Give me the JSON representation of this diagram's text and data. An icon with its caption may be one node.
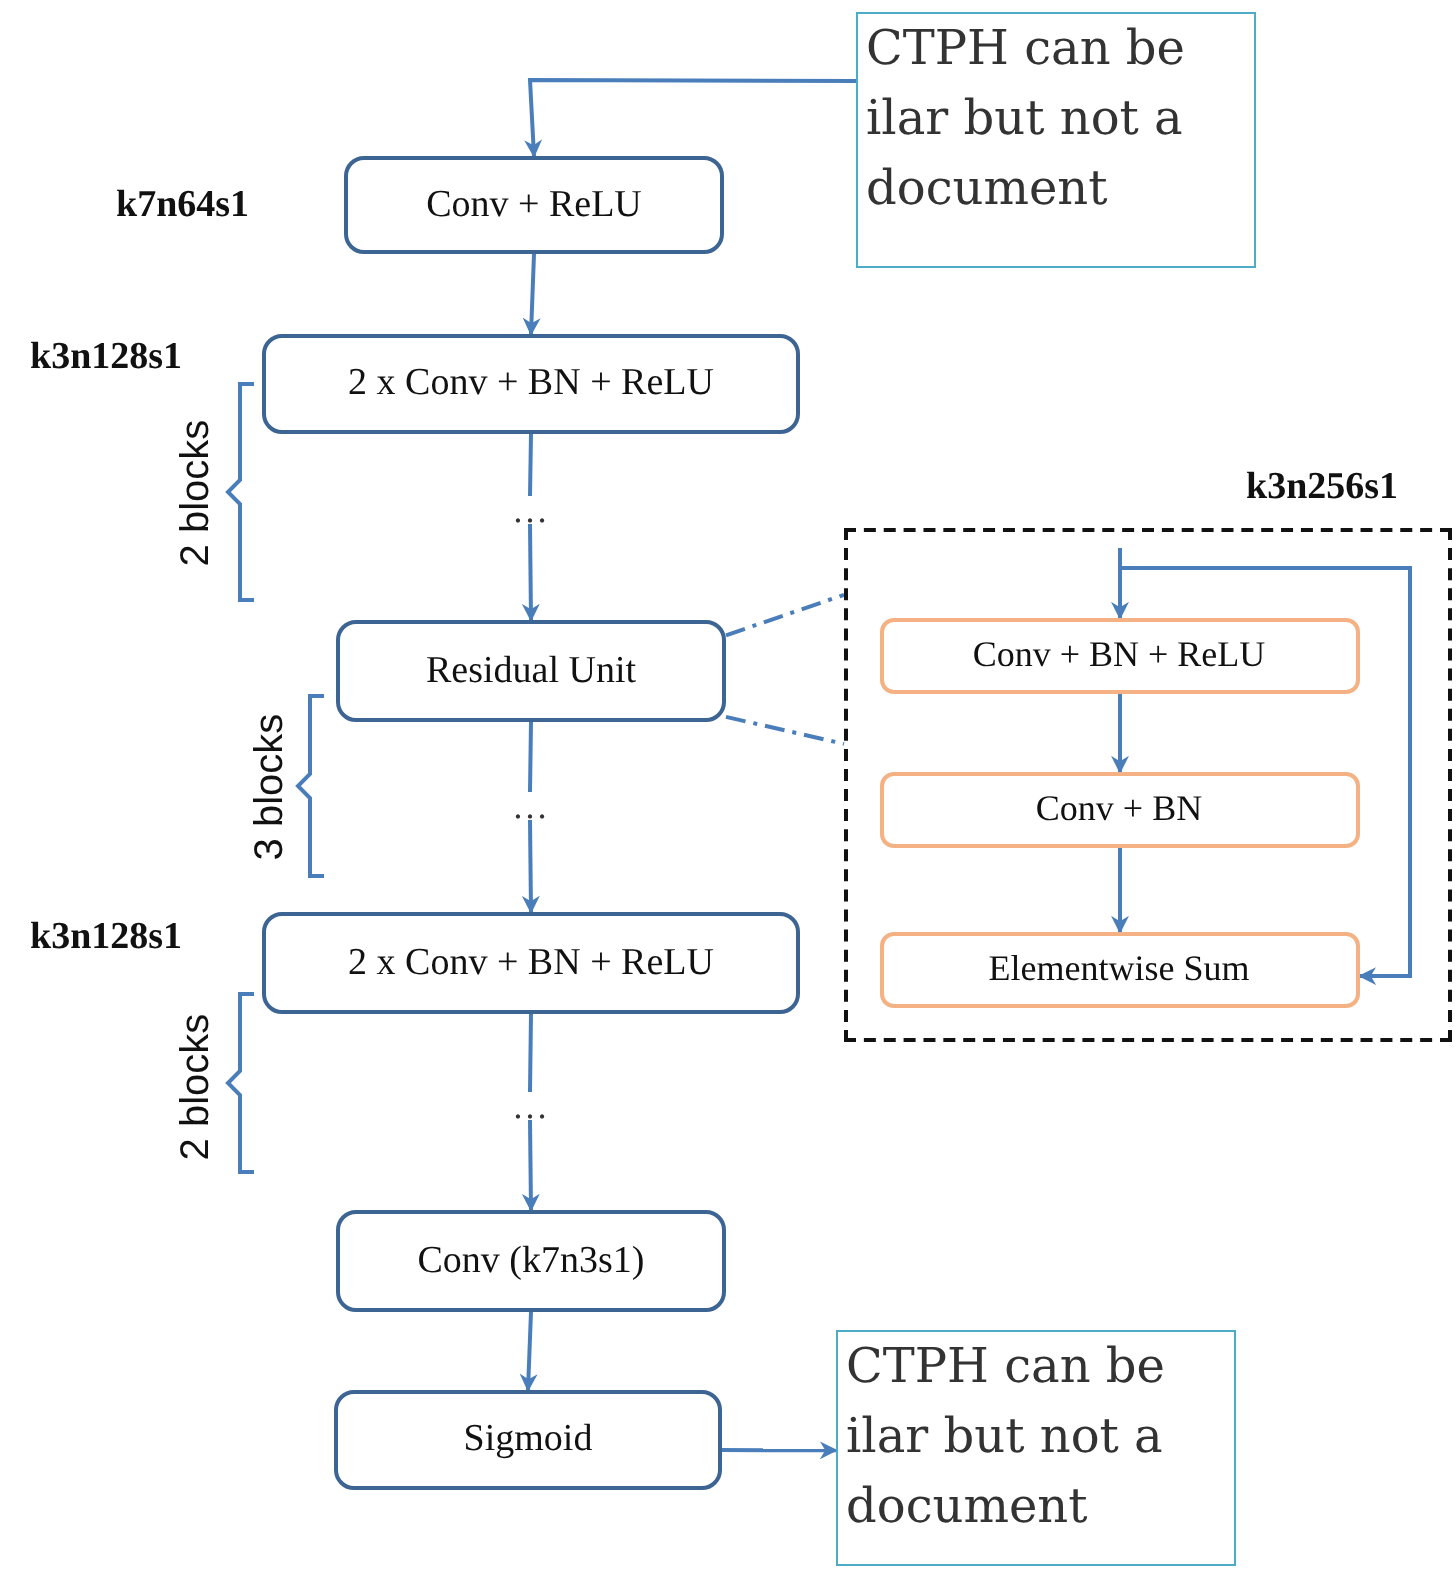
{
  "diagram": {
    "nodes": [
      {
        "text": [
          "CTPH can be ilar but not a document"
        ]
      },
      {
        "text": [
          "Conv + ReLU"
        ],
        "beside": [
          "k7n64s1"
        ]
      },
      {
        "text": [
          "2 x Conv + BN + ReLU"
        ],
        "beside": [
          "k3n128s1"
        ]
      },
      {
        "text": [
          "…"
        ]
      },
      {
        "text": [
          "Residual Unit"
        ]
      },
      {
        "text": [
          "…"
        ]
      },
      {
        "text": [
          "2 x Conv + BN + ReLU"
        ],
        "beside": [
          "k3n128s1"
        ]
      },
      {
        "text": [
          "…"
        ]
      },
      {
        "text": [
          "Conv (k7n3s1)"
        ]
      },
      {
        "text": [
          "Sigmoid"
        ]
      },
      {
        "text": [
          "CTPH can be ilar but not a document"
        ]
      },
      {
        "text": [],
        "shape": "box",
        "beside": [
          "k3n256s1"
        ]
      },
      {
        "text": [
          "Conv + BN + ReLU"
        ],
        "in": 11
      },
      {
        "text": [
          "Conv + BN"
        ],
        "in": 11
      },
      {
        "text": [
          "Elementwise Sum"
        ],
        "in": 11
      }
    ],
    "edges": [
      {
        "from": 0,
        "to": 1,
        "arrow": "to"
      },
      {
        "from": 1,
        "to": 2,
        "arrow": "to"
      },
      {
        "from": 2,
        "to": 3,
        "arrow": "none"
      },
      {
        "from": 3,
        "to": 4,
        "arrow": "to"
      },
      {
        "from": 4,
        "to": 5,
        "arrow": "none"
      },
      {
        "from": 5,
        "to": 6,
        "arrow": "to"
      },
      {
        "from": 6,
        "to": 7,
        "arrow": "none"
      },
      {
        "from": 7,
        "to": 8,
        "arrow": "to"
      },
      {
        "from": 8,
        "to": 9,
        "arrow": "to"
      },
      {
        "from": 9,
        "to": 10,
        "arrow": "to"
      },
      {
        "from": 4,
        "to": 11,
        "arrow": "none",
        "style": "dashed"
      },
      {
        "from": 4,
        "to": 11,
        "arrow": "none",
        "style": "dashed"
      },
      {
        "from": null,
        "to": 12,
        "arrow": "to"
      },
      {
        "from": 12,
        "to": 13,
        "arrow": "to"
      },
      {
        "from": 13,
        "to": 14,
        "arrow": "to"
      },
      {
        "from": null,
        "to": 14,
        "arrow": "to"
      }
    ],
    "labels": [
      "2 blocks",
      "3 blocks",
      "2 blocks"
    ]
  }
}
